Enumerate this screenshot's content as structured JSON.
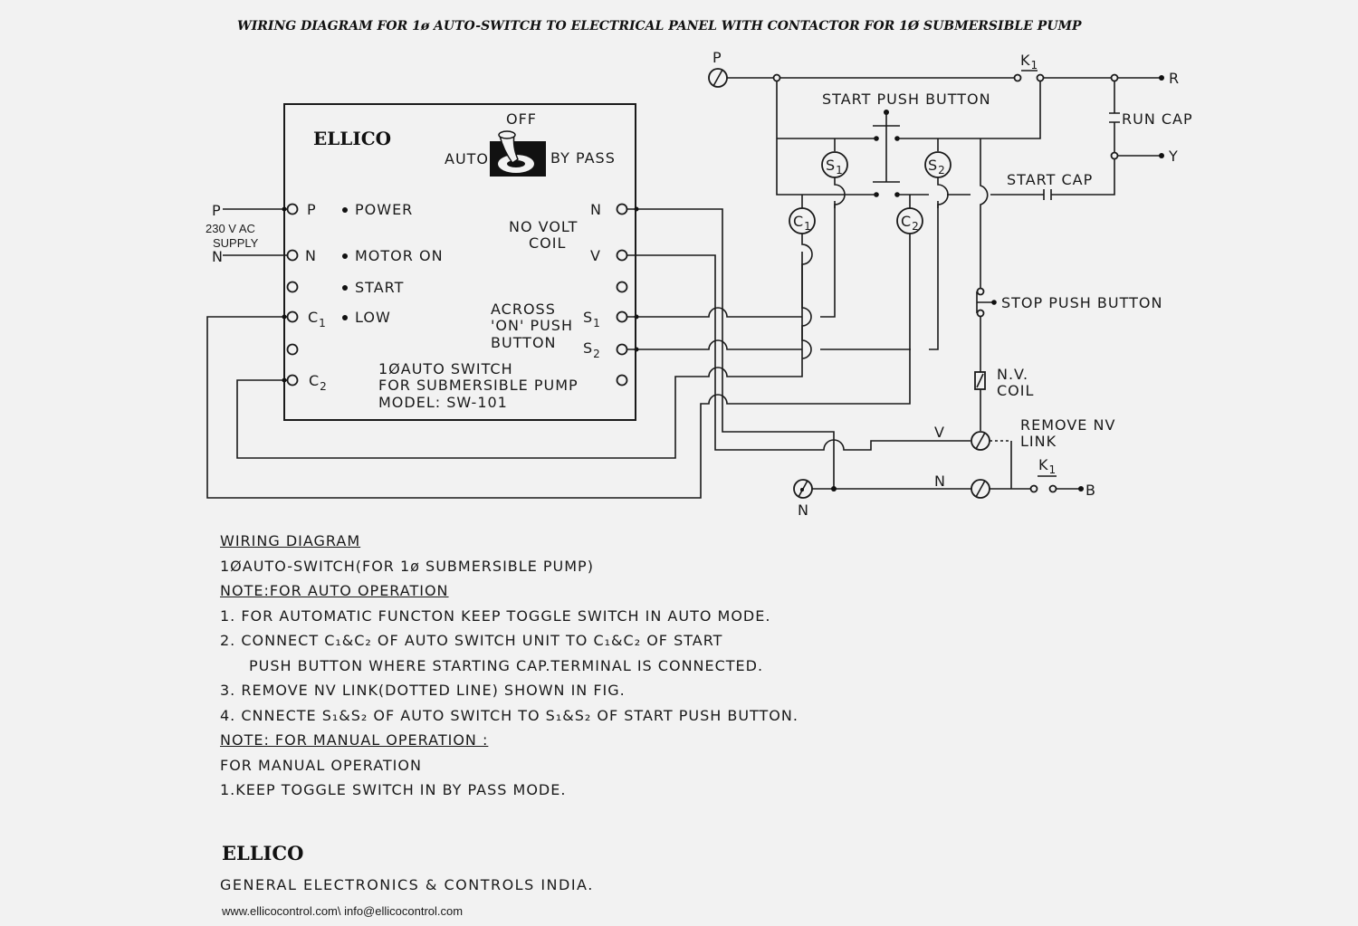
{
  "title": "WIRING DIAGRAM FOR 1ø AUTO-SWITCH TO ELECTRICAL PANEL WITH CONTACTOR FOR 1Ø SUBMERSIBLE PUMP",
  "unit": {
    "brand": "ELLICO",
    "toggle": {
      "off": "OFF",
      "auto": "AUTO",
      "bypass": "BY PASS"
    },
    "left_terminals": [
      {
        "label": "P",
        "sub": ""
      },
      {
        "label": "N",
        "sub": ""
      },
      {
        "label": "",
        "sub": ""
      },
      {
        "label": "C",
        "sub": "1"
      },
      {
        "label": "",
        "sub": ""
      },
      {
        "label": "C",
        "sub": "2"
      }
    ],
    "indicators": [
      "POWER",
      "MOTOR ON",
      "START",
      "LOW"
    ],
    "right_terminals": [
      {
        "label": "N",
        "sub": ""
      },
      {
        "label": "V",
        "sub": ""
      },
      {
        "label": "",
        "sub": ""
      },
      {
        "label": "S",
        "sub": "1"
      },
      {
        "label": "S",
        "sub": "2"
      },
      {
        "label": "",
        "sub": ""
      }
    ],
    "no_volt_coil": [
      "NO VOLT",
      "COIL"
    ],
    "across_on": [
      "ACROSS",
      "'ON' PUSH",
      "BUTTON"
    ],
    "model": [
      "1ØAUTO SWITCH",
      "FOR SUBMERSIBLE PUMP",
      "MODEL: SW-101"
    ]
  },
  "supply": {
    "p": "P",
    "n": "N",
    "voltage": "230 V AC",
    "supply": "SUPPLY"
  },
  "panel": {
    "p": "P",
    "n": "N",
    "k1": "K",
    "k1_sub": "1",
    "start_push_button": "START PUSH BUTTON",
    "s1": "S",
    "s2": "S",
    "c1": "C",
    "c2": "C",
    "sub1": "1",
    "sub2": "2",
    "run_cap": "RUN CAP",
    "start_cap": "START CAP",
    "r": "R",
    "y": "Y",
    "b": "B",
    "stop_push_button": "STOP PUSH BUTTON",
    "nv_coil": [
      "N.V.",
      "COIL"
    ],
    "remove_nv_link": [
      "REMOVE NV",
      "LINK"
    ],
    "v": "V",
    "n_line": "N"
  },
  "notes": {
    "heading": "WIRING DIAGRAM",
    "subheading": "1ØAUTO-SWITCH(FOR 1ø SUBMERSIBLE PUMP)",
    "auto_heading": "NOTE:FOR AUTO OPERATION",
    "auto_items": [
      "1. FOR AUTOMATIC FUNCTON KEEP TOGGLE SWITCH IN AUTO MODE.",
      "2. CONNECT C₁&C₂ OF AUTO SWITCH UNIT TO C₁&C₂ OF START",
      "PUSH BUTTON WHERE STARTING CAP.TERMINAL IS CONNECTED.",
      "3. REMOVE NV LINK(DOTTED LINE) SHOWN IN FIG.",
      "4. CNNECTE S₁&S₂ OF AUTO SWITCH TO S₁&S₂ OF START PUSH BUTTON."
    ],
    "manual_heading": "NOTE: FOR MANUAL OPERATION :",
    "manual_intro": "FOR MANUAL OPERATION",
    "manual_items": [
      "1.KEEP TOGGLE SWITCH IN BY PASS MODE."
    ]
  },
  "footer": {
    "brand": "ELLICO",
    "company": "GENERAL ELECTRONICS & CONTROLS INDIA.",
    "contact": "www.ellicocontrol.com\\ info@ellicocontrol.com"
  }
}
